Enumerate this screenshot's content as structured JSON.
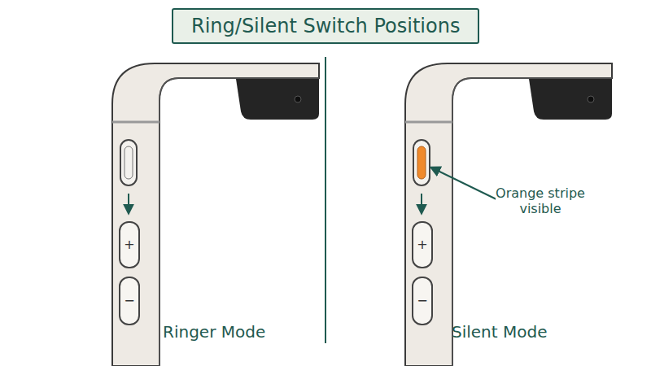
{
  "diagram": {
    "title": "Ring/Silent Switch Positions",
    "nodes": [
      {
        "text": [
          "+"
        ]
      },
      {
        "text": [
          "−"
        ]
      },
      {
        "text": [
          "+"
        ]
      },
      {
        "text": [
          "−"
        ]
      }
    ],
    "labels": [
      "Ringer Mode",
      "Silent Mode",
      "Orange stripe visible"
    ]
  }
}
